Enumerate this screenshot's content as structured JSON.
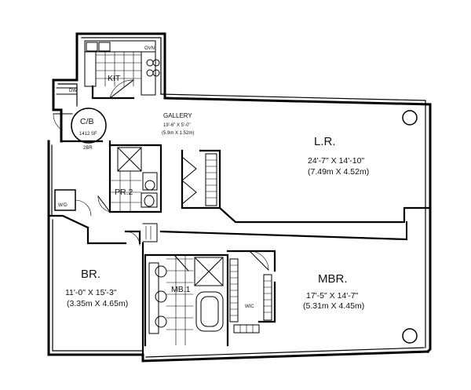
{
  "rooms": {
    "lr": {
      "name": "L.R.",
      "dim_ft": "24'-7\" X 14'-10\"",
      "dim_m": "(7.49m X 4.52m)"
    },
    "mbr": {
      "name": "MBR.",
      "dim_ft": "17'-5\" X 14'-7\"",
      "dim_m": "(5.31m X 4.45m)"
    },
    "br": {
      "name": "BR.",
      "dim_ft": "11'-0\" X 15'-3\"",
      "dim_m": "(3.35m X 4.65m)"
    },
    "kit": {
      "name": "KIT"
    },
    "pr2": {
      "name": "PR.2"
    },
    "mb1": {
      "name": "MB.1"
    },
    "gallery": {
      "name": "GALLERY",
      "dim_ft": "19'-6\" X 5'-0\"",
      "dim_m": "(5.9m X 1.52m)"
    }
  },
  "labels": {
    "cb": "C/B",
    "area": "1412 SF",
    "bedrooms": "2BR",
    "wd": "W/D",
    "wic": "WIC",
    "oven": "OVN",
    "dw": "DW"
  }
}
